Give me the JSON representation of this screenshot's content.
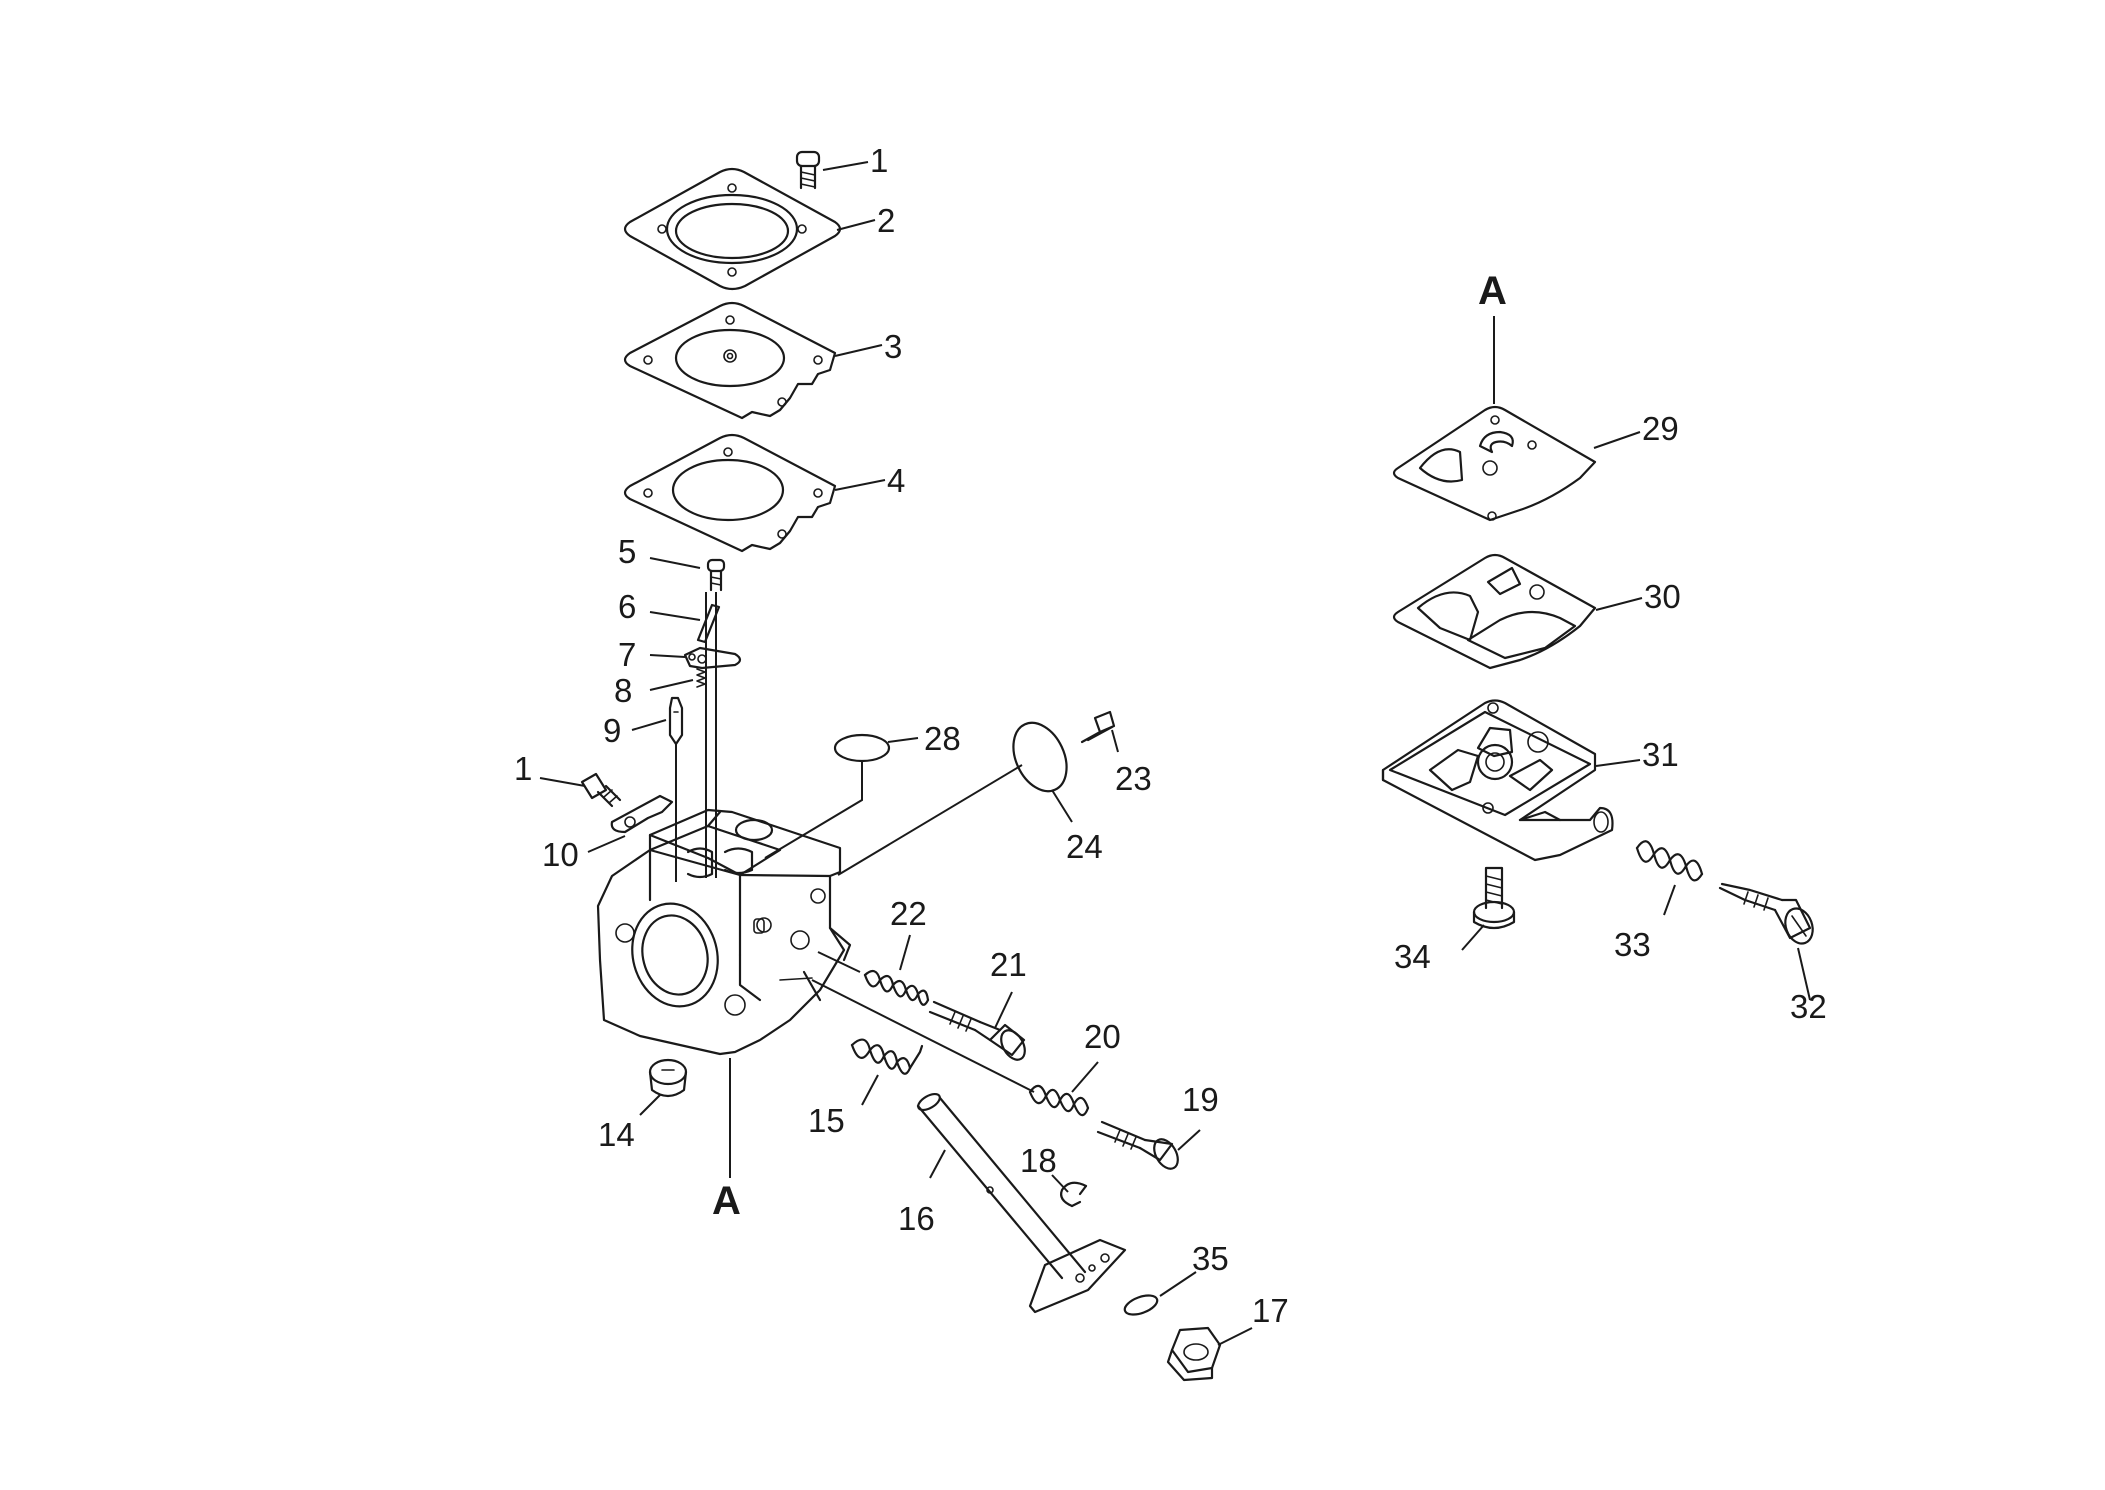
{
  "reference_marks": {
    "left": "A",
    "right": "A"
  },
  "callouts": [
    "1",
    "2",
    "3",
    "4",
    "5",
    "6",
    "7",
    "8",
    "9",
    "1",
    "10",
    "28",
    "23",
    "24",
    "22",
    "21",
    "20",
    "19",
    "14",
    "15",
    "16",
    "18",
    "35",
    "17",
    "29",
    "30",
    "31",
    "34",
    "33",
    "32"
  ]
}
